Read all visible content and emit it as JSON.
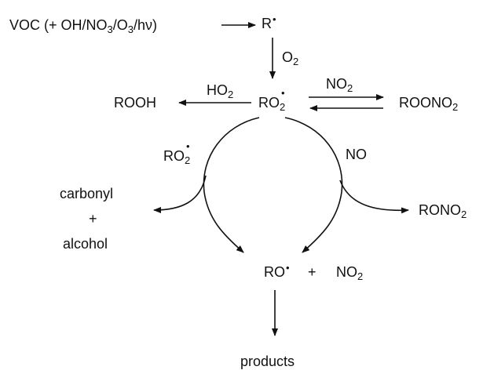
{
  "diagram": {
    "source": {
      "prefix": "VOC (+ OH/NO",
      "sub1": "3",
      "mid": "/O",
      "sub2": "3",
      "suffix": "/hν)"
    },
    "r_radical": {
      "text": "R",
      "dot": "•"
    },
    "o2": {
      "text": "O",
      "sub": "2"
    },
    "ho2": {
      "text": "HO",
      "sub": "2"
    },
    "rooh": "ROOH",
    "ro2_center": {
      "text": "RO",
      "sub": "2",
      "dot": "•"
    },
    "no2_upper": {
      "text": "NO",
      "sub": "2"
    },
    "roono2": {
      "text": "ROONO",
      "sub": "2"
    },
    "ro2_left": {
      "text": "RO",
      "sub": "2",
      "dot": "•"
    },
    "no": "NO",
    "carbonyl": "carbonyl",
    "plus": "+",
    "alcohol": "alcohol",
    "rono2": {
      "text": "RONO",
      "sub": "2"
    },
    "ro_radical": {
      "text": "RO",
      "dot": "•"
    },
    "ro_plus": "+",
    "no2_lower": {
      "text": "NO",
      "sub": "2"
    },
    "products": "products"
  },
  "colors": {
    "ink": "#111111",
    "background": "#ffffff"
  }
}
